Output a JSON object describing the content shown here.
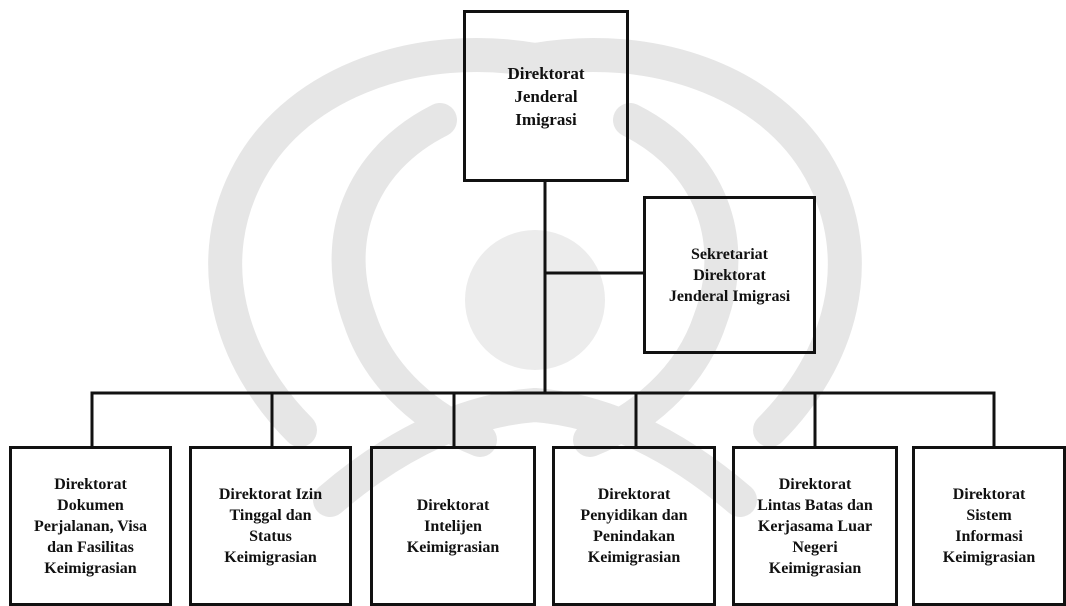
{
  "diagram": {
    "top": {
      "name": "Direktorat Jenderal Imigrasi",
      "lines": [
        "Direktorat",
        "Jenderal",
        "Imigrasi"
      ]
    },
    "staff": {
      "name": "Sekretariat Direktorat Jenderal Imigrasi",
      "lines": [
        "Sekretariat",
        "Direktorat",
        "Jenderal Imigrasi"
      ]
    },
    "children": [
      {
        "name": "Direktorat Dokumen Perjalanan, Visa dan Fasilitas Keimigrasian",
        "lines": [
          "Direktorat",
          "Dokumen",
          "Perjalanan, Visa",
          "dan Fasilitas",
          "Keimigrasian"
        ]
      },
      {
        "name": "Direktorat Izin Tinggal dan Status Keimigrasian",
        "lines": [
          "Direktorat Izin",
          "Tinggal dan",
          "Status",
          "Keimigrasian"
        ]
      },
      {
        "name": "Direktorat Intelijen Keimigrasian",
        "lines": [
          "Direktorat",
          "Intelijen",
          "Keimigrasian"
        ]
      },
      {
        "name": "Direktorat Penyidikan dan Penindakan Keimigrasian",
        "lines": [
          "Direktorat",
          "Penyidikan dan",
          "Penindakan",
          "Keimigrasian"
        ]
      },
      {
        "name": "Direktorat Lintas Batas dan Kerjasama Luar Negeri Keimigrasian",
        "lines": [
          "Direktorat",
          "Lintas Batas dan",
          "Kerjasama Luar",
          "Negeri",
          "Keimigrasian"
        ]
      },
      {
        "name": "Direktorat Sistem Informasi Keimigrasian",
        "lines": [
          "Direktorat",
          "Sistem",
          "Informasi",
          "Keimigrasian"
        ]
      }
    ]
  },
  "colors": {
    "line": "#111111",
    "watermark": "#e6e6e6"
  },
  "watermark": {
    "icon": "university-emblem-watermark-icon"
  }
}
